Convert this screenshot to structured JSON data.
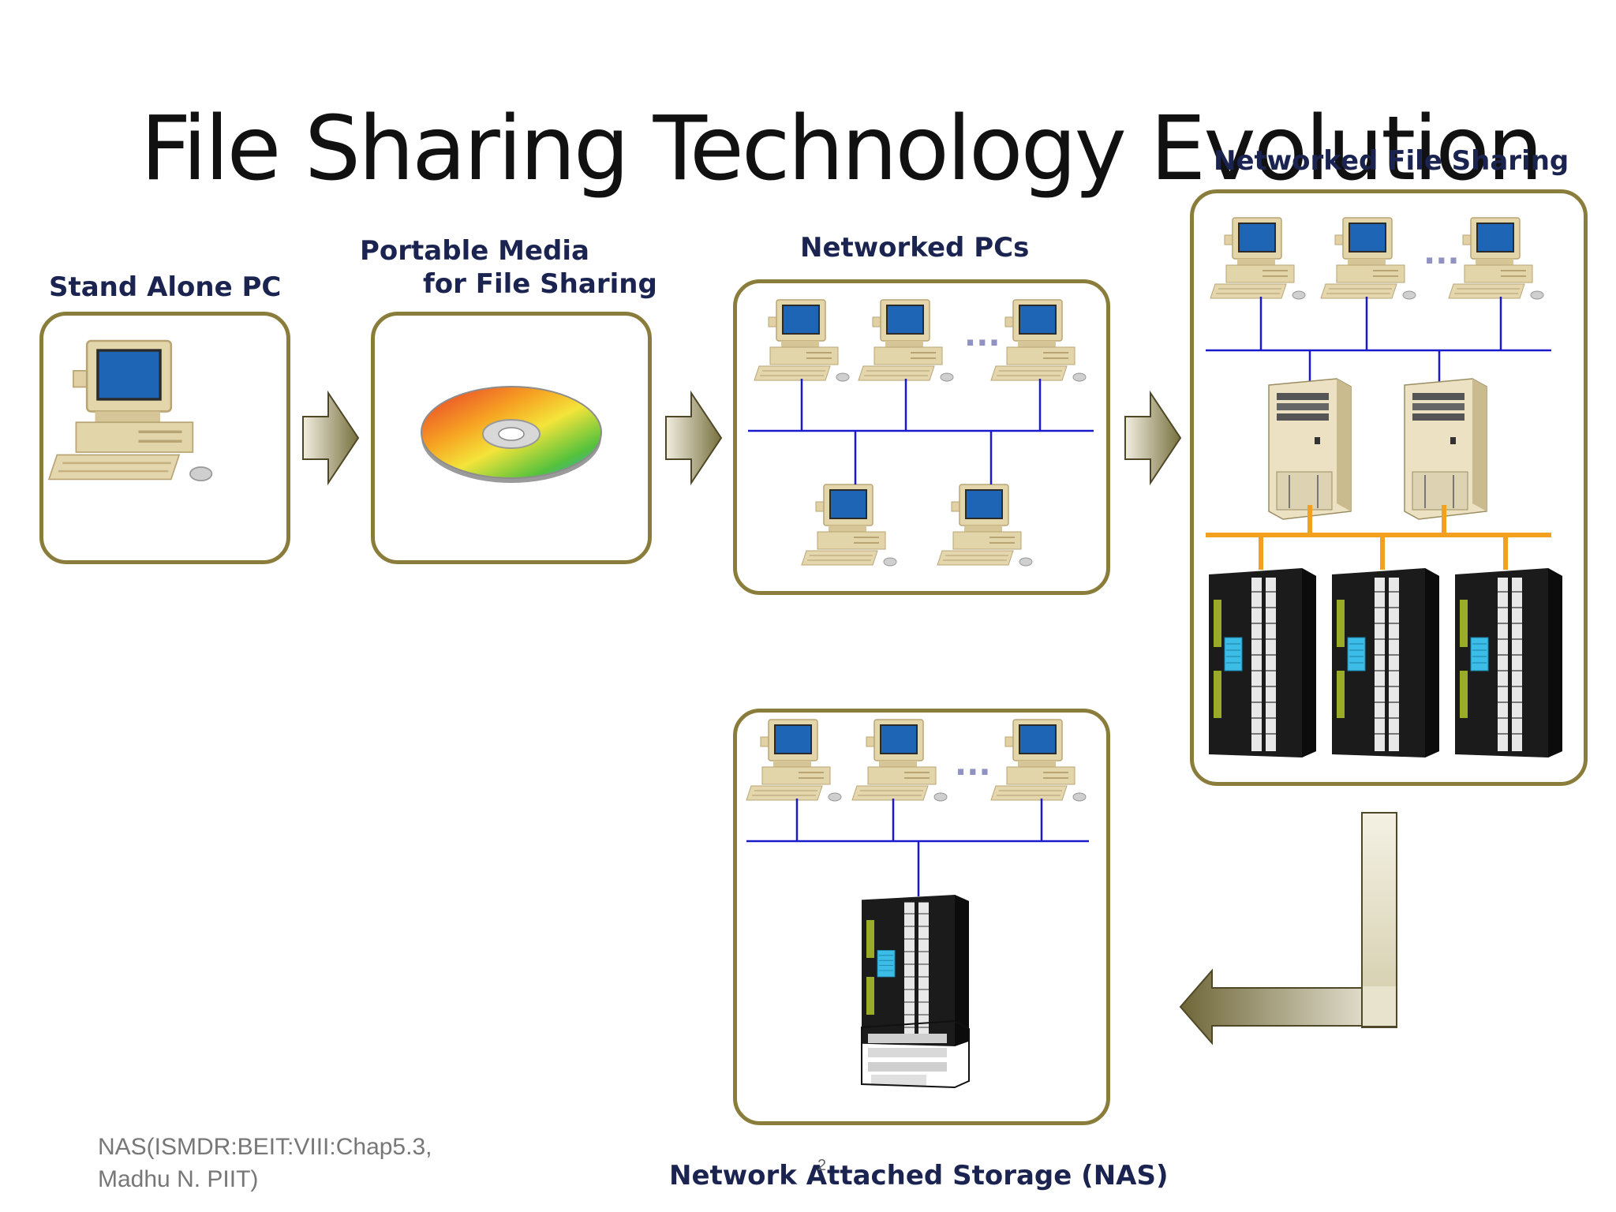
{
  "title": "File Sharing Technology Evolution",
  "stages": {
    "standalone": "Stand Alone PC",
    "portable_line1": "Portable Media",
    "portable_line2": "for File Sharing",
    "networked_pcs": "Networked PCs",
    "networked_file_sharing": "Networked File Sharing",
    "nas": "Network Attached Storage (NAS)"
  },
  "ellipsis": "...",
  "footer": {
    "line1": "NAS(ISMDR:BEIT:VIII:Chap5.3,",
    "line2": "Madhu N. PIIT)"
  },
  "page_number": "2",
  "colors": {
    "box_border": "#8a7d3b",
    "lan_line": "#1a1acc",
    "storage_link": "#f2a01e",
    "label_text": "#1b2450",
    "arrow_fill": "#b8ae85"
  }
}
